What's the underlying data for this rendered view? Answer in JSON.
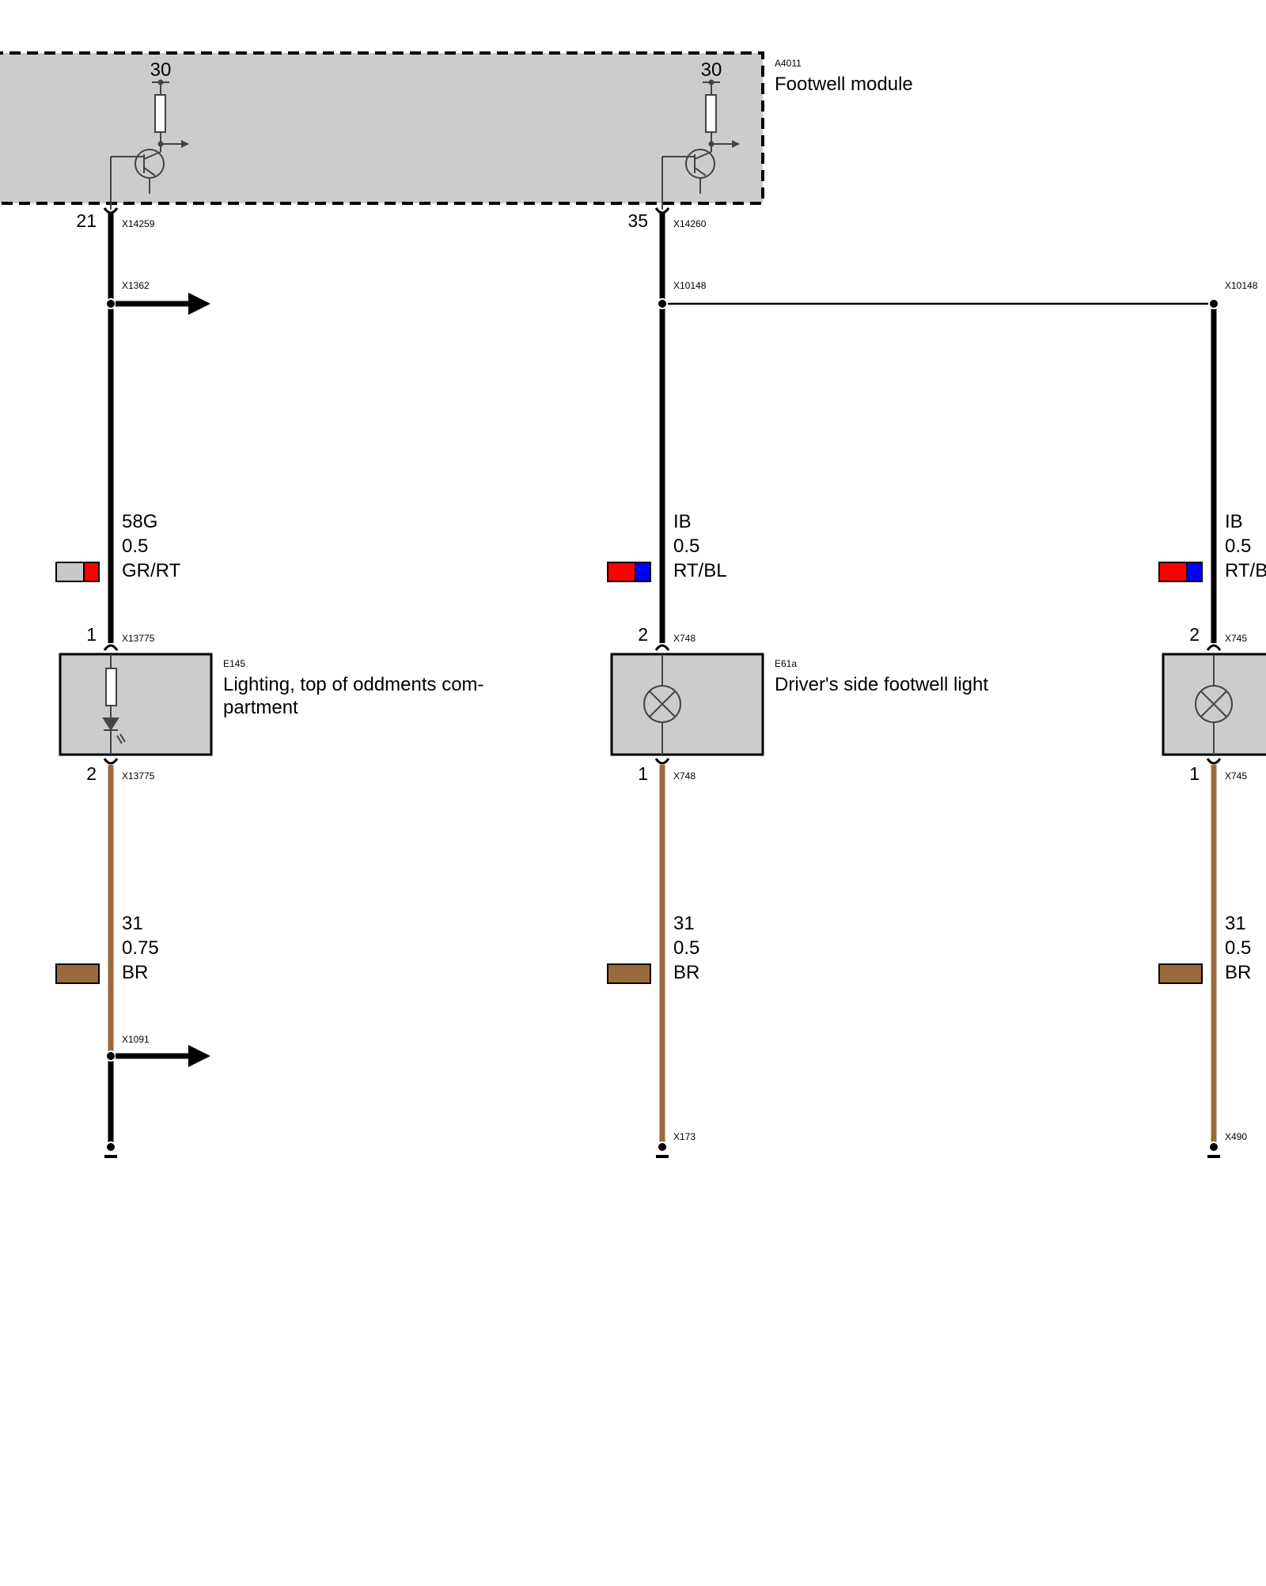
{
  "module": {
    "id": "A4011",
    "name": "Footwell module",
    "supply_left": "30",
    "supply_right": "30",
    "pin_left": "21",
    "pin_right": "35",
    "conn_left": "X14259",
    "conn_right": "X14260"
  },
  "splices": {
    "left": "X1362",
    "mid": "X10148",
    "right": "X10148"
  },
  "wires": {
    "left_top": {
      "signal": "58G",
      "gauge": "0.5",
      "color_code": "GR/RT",
      "colors": [
        "#c8c8c8",
        "#ff0000"
      ]
    },
    "mid_top": {
      "signal": "IB",
      "gauge": "0.5",
      "color_code": "RT/BL",
      "colors": [
        "#ff0000",
        "#0000ff"
      ]
    },
    "right_top": {
      "signal": "IB",
      "gauge": "0.5",
      "color_code": "RT/BL",
      "colors": [
        "#ff0000",
        "#0000ff"
      ]
    },
    "left_bot": {
      "signal": "31",
      "gauge": "0.75",
      "color_code": "BR",
      "colors": [
        "#9b6a3c"
      ]
    },
    "mid_bot": {
      "signal": "31",
      "gauge": "0.5",
      "color_code": "BR",
      "colors": [
        "#9b6a3c"
      ]
    },
    "right_bot": {
      "signal": "31",
      "gauge": "0.5",
      "color_code": "BR",
      "colors": [
        "#9b6a3c"
      ]
    }
  },
  "components": {
    "e145": {
      "id": "E145",
      "name_line1": "Lighting, top of oddments com-",
      "name_line2": "partment",
      "pin_top": "1",
      "pin_bottom": "2",
      "conn_top": "X13775",
      "conn_bottom": "X13775"
    },
    "e61a": {
      "id": "E61a",
      "name": "Driver's side footwell light",
      "pin_top": "2",
      "pin_bottom": "1",
      "conn_top": "X748",
      "conn_bottom": "X748"
    },
    "right_lamp": {
      "pin_top": "2",
      "pin_bottom": "1",
      "conn_top": "X745",
      "conn_bottom": "X745"
    }
  },
  "grounds": {
    "left_splice": "X1091",
    "mid": "X173",
    "right": "X490"
  },
  "colors": {
    "module_fill": "#cccccc",
    "component_fill": "#cccccc",
    "wire_black": "#000000",
    "wire_brown": "#9b6a3c",
    "signal_line": "#444444"
  }
}
